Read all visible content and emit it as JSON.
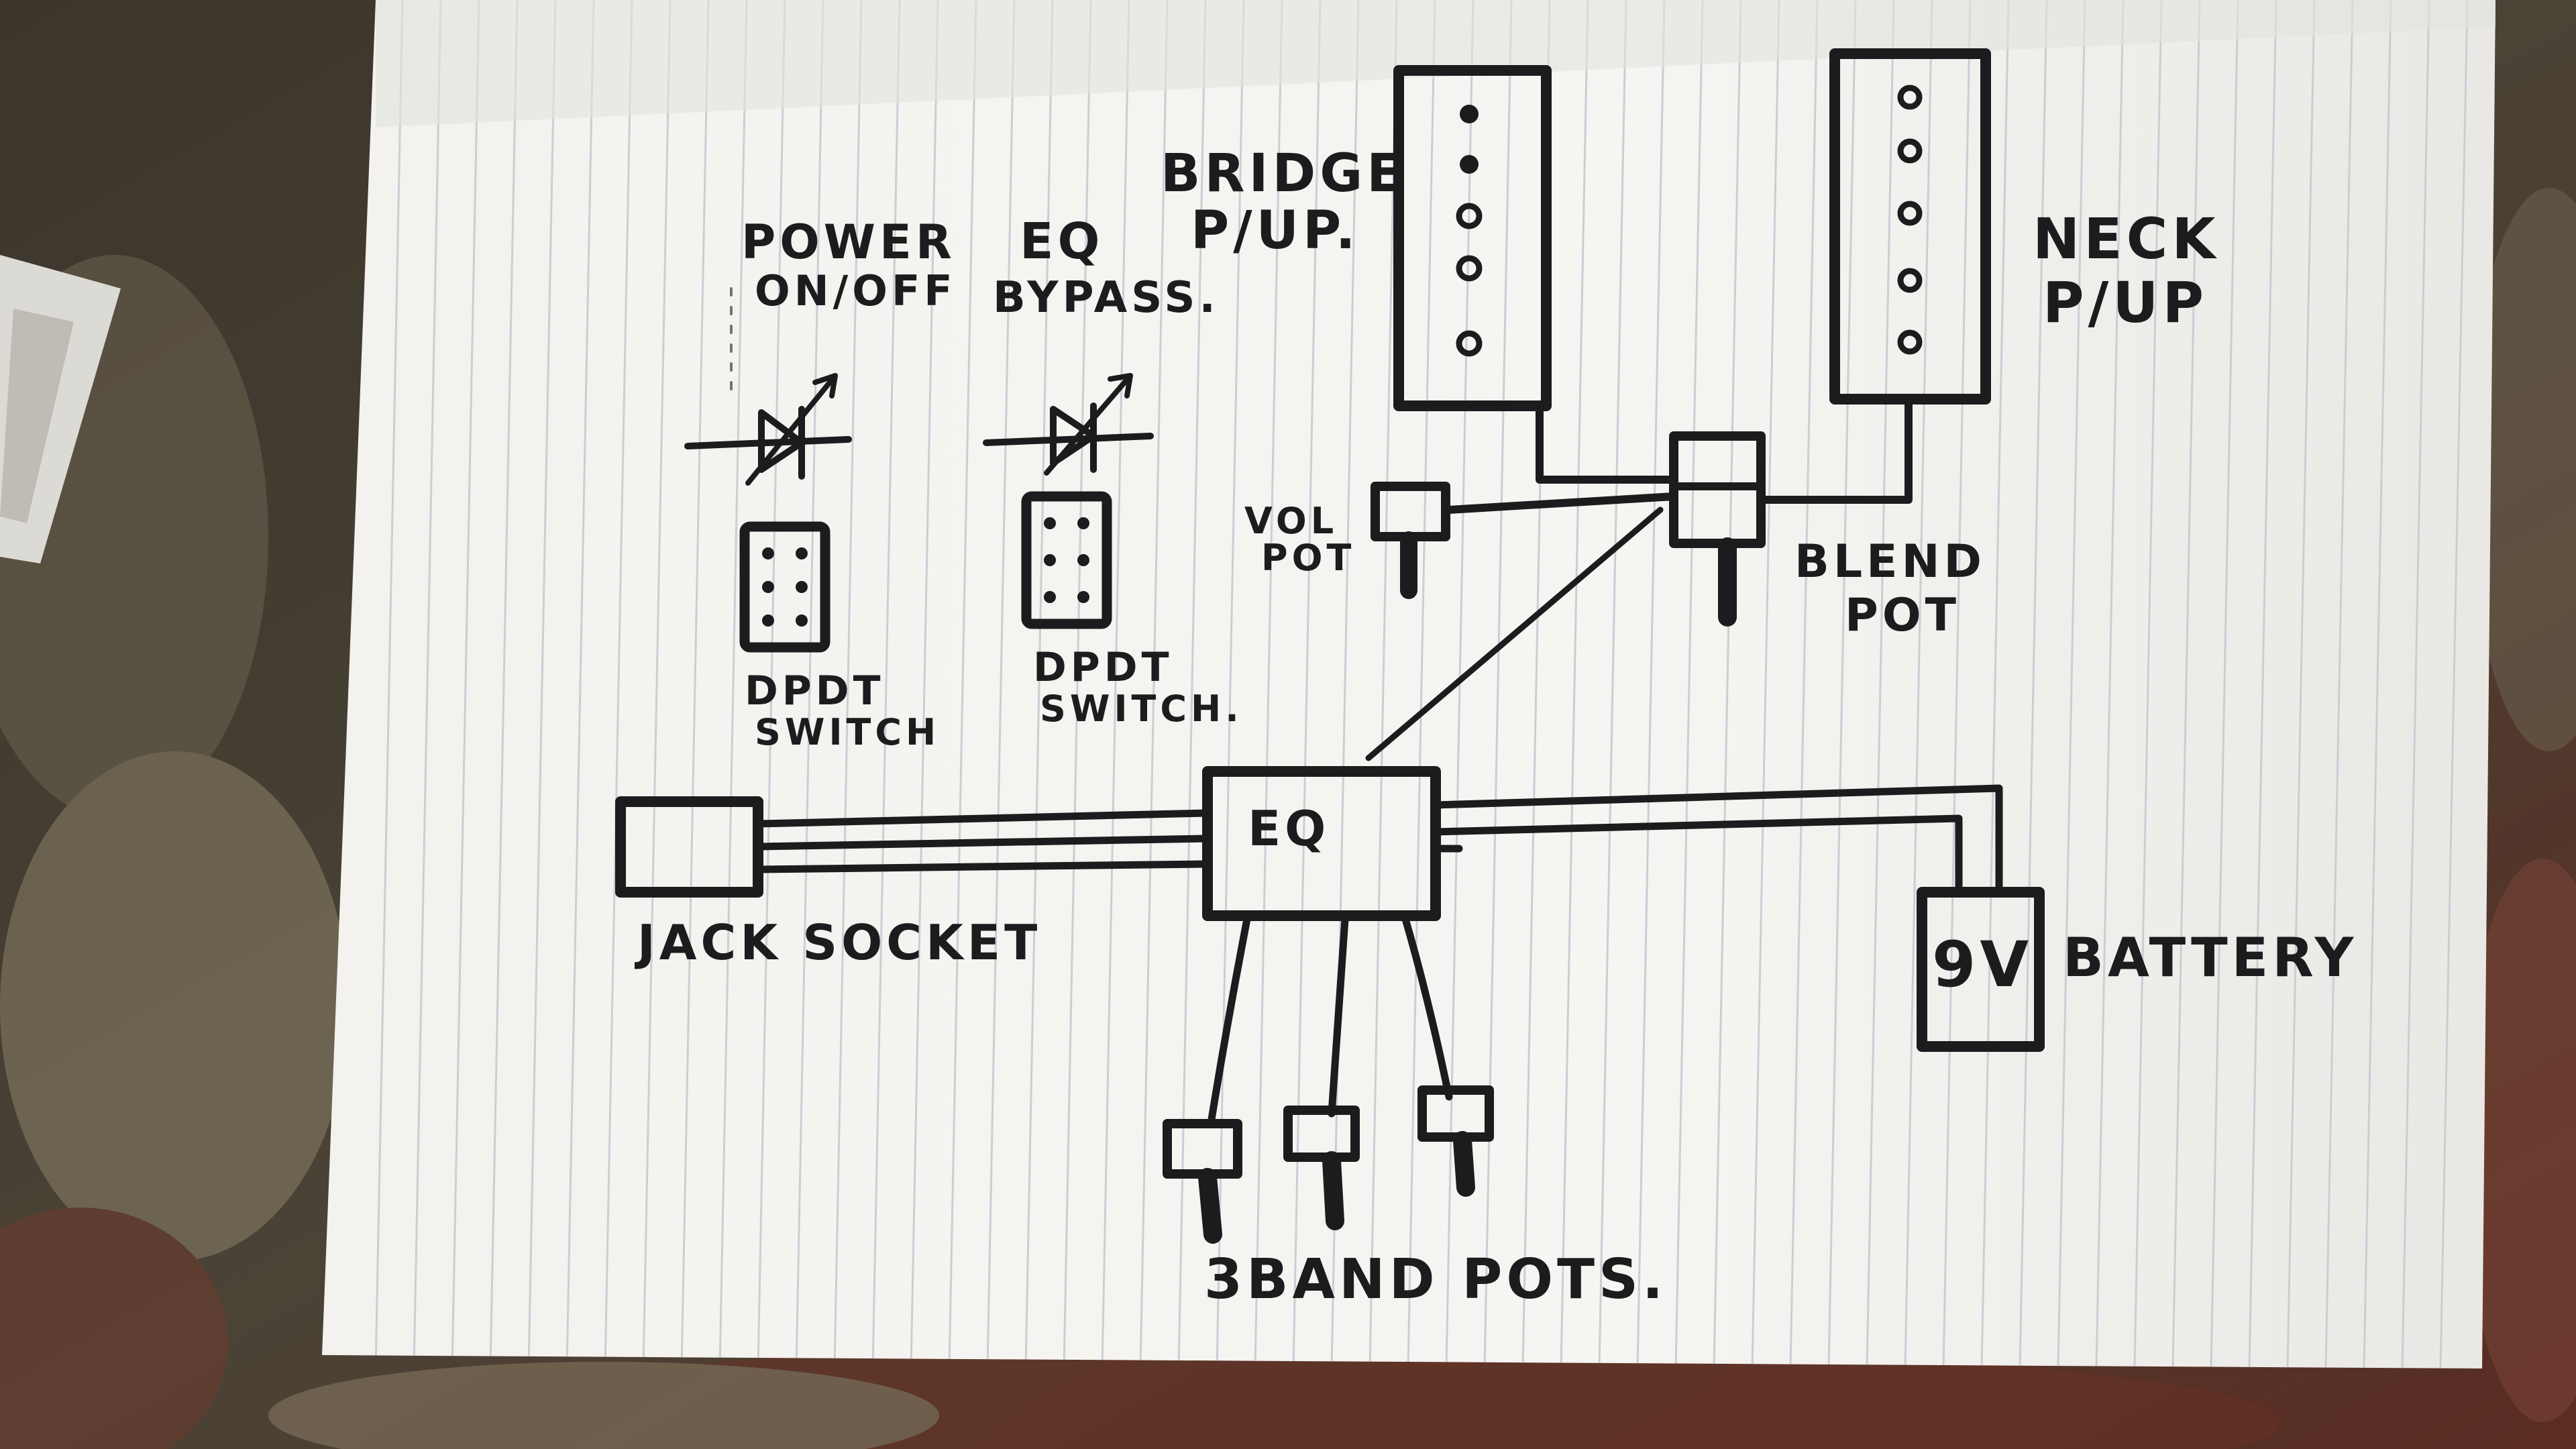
{
  "diagram": {
    "labels": {
      "bridge_line1": "BRIDGE",
      "bridge_line2": "P/UP.",
      "neck_line1": "NECK",
      "neck_line2": "P/UP",
      "power_line1": "POWER",
      "power_line2": "ON/OFF",
      "eq_bypass_line1": "EQ",
      "eq_bypass_line2": "BYPASS.",
      "dpdt1_line1": "DPDT",
      "dpdt1_line2": "SWITCH",
      "dpdt2_line1": "DPDT",
      "dpdt2_line2": "SWITCH.",
      "vol_line1": "VOL",
      "vol_line2": "POT",
      "blend_line1": "BLEND",
      "blend_line2": "POT",
      "eq": "EQ",
      "jack": "JACK SOCKET",
      "battery_value": "9V",
      "battery": "BATTERY",
      "three_band": "3BAND POTS."
    },
    "colors": {
      "ink": "#1c1c1e",
      "paper": "#f4f3ef",
      "rule_line": "#c9ced6",
      "background": "#2e2a24"
    }
  }
}
